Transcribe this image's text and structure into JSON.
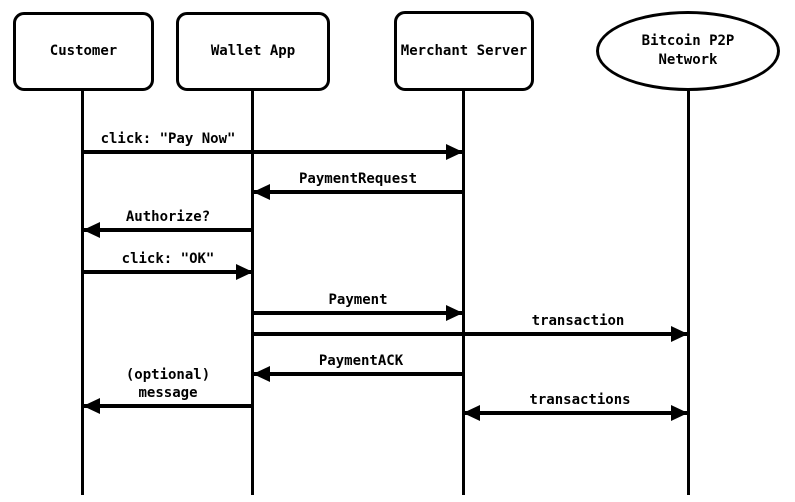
{
  "diagram": {
    "type": "sequence-diagram",
    "subject": "Bitcoin payment protocol flow",
    "colors": {
      "line": "#000000",
      "background": "#ffffff",
      "text": "#000000"
    },
    "actors": [
      {
        "label": "Customer",
        "shape": "rounded-rect"
      },
      {
        "label": "Wallet App",
        "shape": "rounded-rect"
      },
      {
        "label": "Merchant Server",
        "shape": "rounded-rect"
      },
      {
        "label": "Bitcoin P2P\nNetwork",
        "shape": "ellipse"
      }
    ],
    "messages": [
      {
        "label": "click: \"Pay Now\"",
        "from": "Customer",
        "to": "Merchant Server",
        "direction": "right"
      },
      {
        "label": "PaymentRequest",
        "from": "Merchant Server",
        "to": "Wallet App",
        "direction": "left"
      },
      {
        "label": "Authorize?",
        "from": "Wallet App",
        "to": "Customer",
        "direction": "left"
      },
      {
        "label": "click: \"OK\"",
        "from": "Customer",
        "to": "Wallet App",
        "direction": "right"
      },
      {
        "label": "Payment",
        "from": "Wallet App",
        "to": "Merchant Server",
        "direction": "right"
      },
      {
        "label": "transaction",
        "from": "Wallet App",
        "to": "Bitcoin P2P Network",
        "direction": "right"
      },
      {
        "label": "PaymentACK",
        "from": "Merchant Server",
        "to": "Wallet App",
        "direction": "left"
      },
      {
        "label": "(optional)\nmessage",
        "from": "Wallet App",
        "to": "Customer",
        "direction": "left"
      },
      {
        "label": "transactions",
        "from": "Merchant Server",
        "to": "Bitcoin P2P Network",
        "direction": "both"
      }
    ]
  }
}
